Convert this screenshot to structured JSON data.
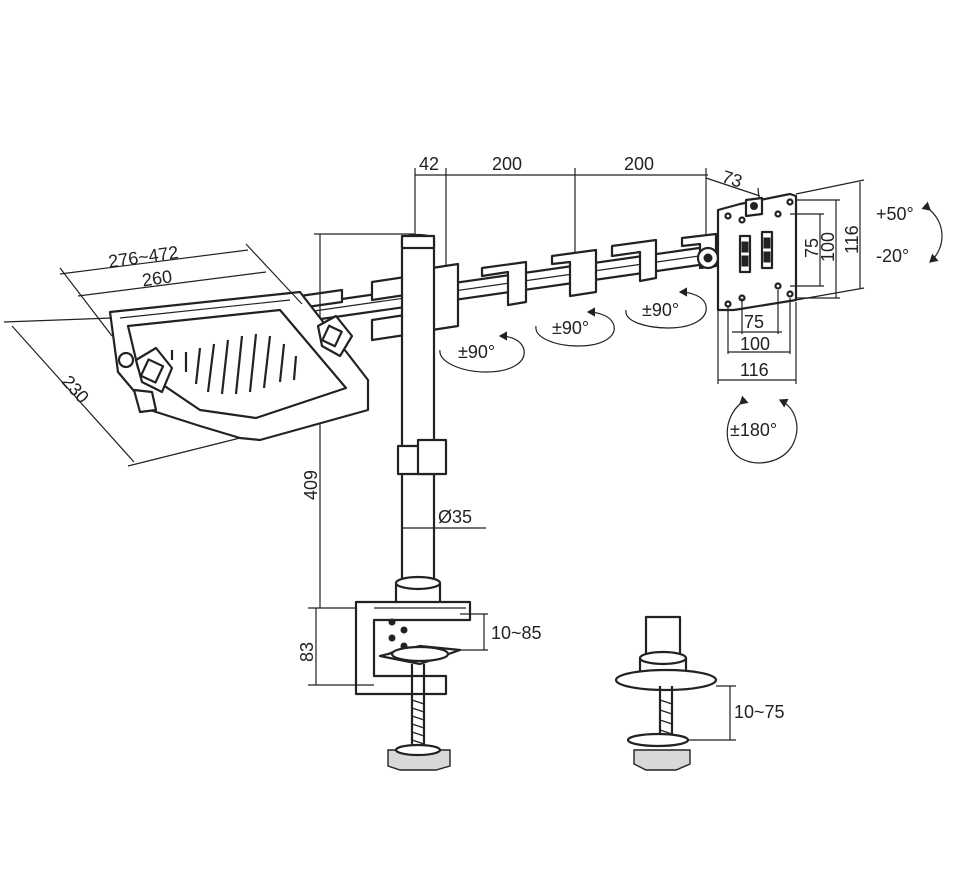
{
  "dimensions": {
    "offset_42": "42",
    "arm_segment_1": "200",
    "arm_segment_2": "200",
    "vesa_offset": "73",
    "tray_width_range": "276~472",
    "tray_width": "260",
    "tray_depth": "230",
    "pole_height": "409",
    "pole_diameter": "Ø35",
    "clamp_height": "83",
    "clamp_range": "10~85",
    "grommet_range": "10~75",
    "vesa_v_75": "75",
    "vesa_v_100": "100",
    "plate_height_116": "116",
    "vesa_h_75": "75",
    "vesa_h_100": "100",
    "plate_width_116": "116"
  },
  "rotations": {
    "arm_joint_1": "±90°",
    "arm_joint_2": "±90°",
    "arm_joint_3": "±90°",
    "tilt_up": "+50°",
    "tilt_down": "-20°",
    "rotate": "±180°"
  }
}
